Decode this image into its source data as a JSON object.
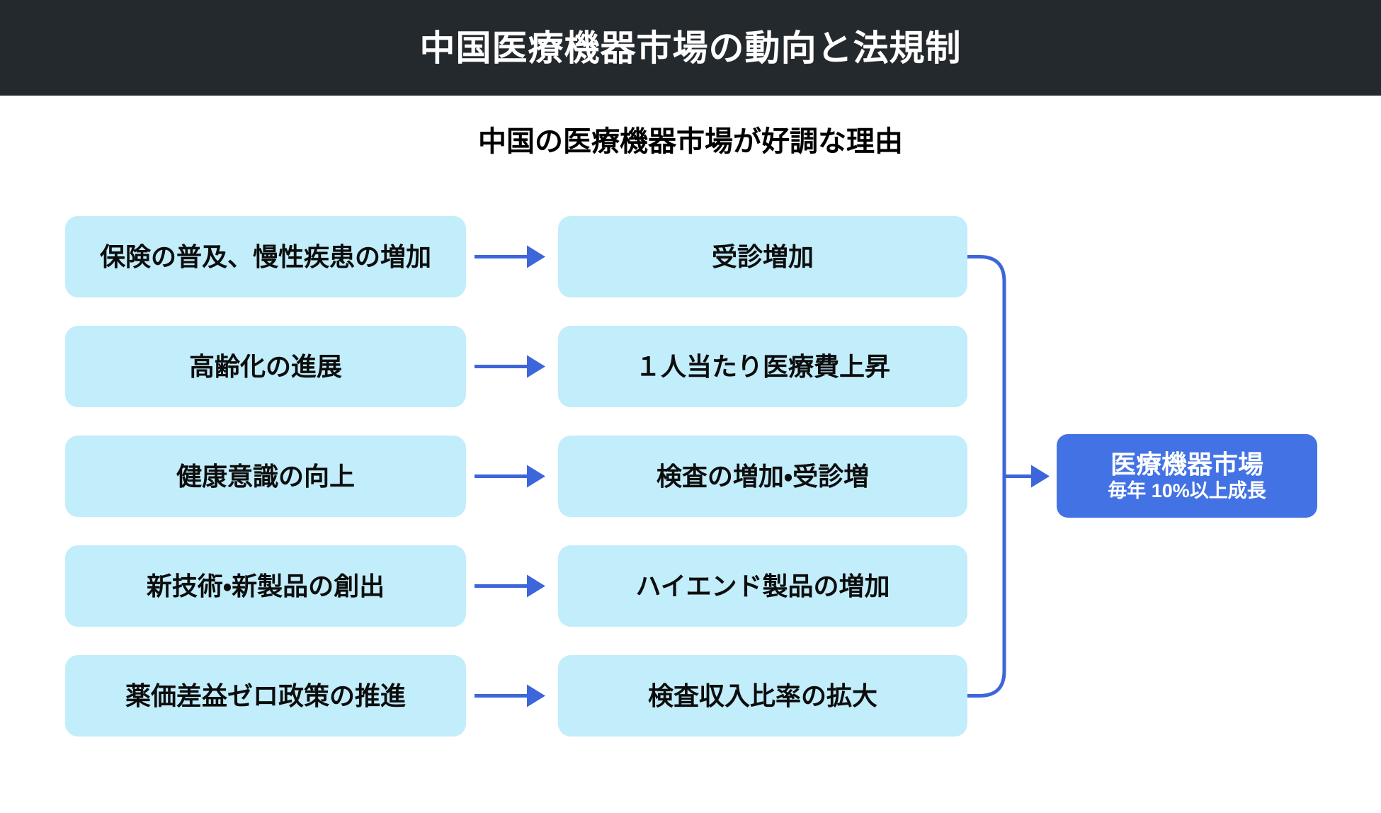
{
  "header": {
    "title": "中国医療機器市場の動向と法規制"
  },
  "subtitle": "中国の医療機器市場が好調な理由",
  "flow": {
    "rows": [
      {
        "cause": "保険の普及、慢性疾患の増加",
        "effect": "受診増加"
      },
      {
        "cause": "高齢化の進展",
        "effect": "１人当たり医療費上昇"
      },
      {
        "cause": "健康意識の向上",
        "effect": "検査の増加・受診増"
      },
      {
        "cause": "新技術・新製品の創出",
        "effect": "ハイエンド製品の増加"
      },
      {
        "cause": "薬価差益ゼロ政策の推進",
        "effect": "検査収入比率の拡大"
      }
    ],
    "result": {
      "title": "医療機器市場",
      "subtitle": "毎年 10%以上成長"
    }
  },
  "colors": {
    "header_dark": "#24292d",
    "box_cyan": "#c2edfb",
    "accent_blue": "#3c66d9",
    "result_blue": "#4372e4"
  }
}
